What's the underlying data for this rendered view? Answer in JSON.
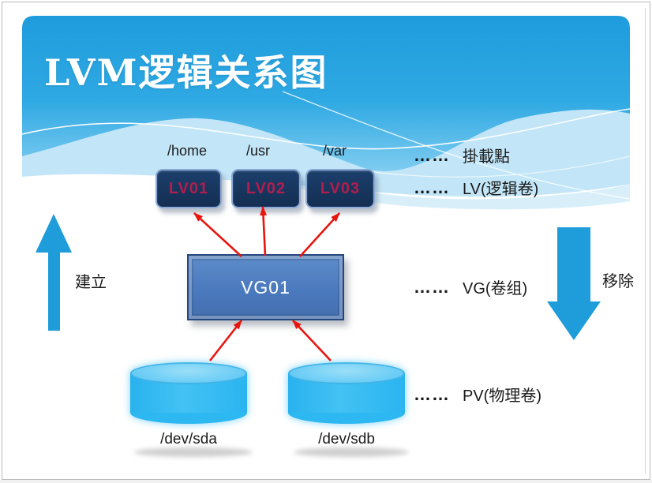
{
  "slide": {
    "title": "LVM逻辑关系图",
    "mount_points": [
      "/home",
      "/usr",
      "/var"
    ],
    "lv_labels": [
      "LV01",
      "LV02",
      "LV03"
    ],
    "vg_label": "VG01",
    "device_labels": [
      "/dev/sda",
      "/dev/sdb"
    ],
    "legend": [
      {
        "dots": "……",
        "label": "掛載點"
      },
      {
        "dots": "……",
        "label": "LV(逻辑卷)"
      },
      {
        "dots": "……",
        "label": "VG(卷组)"
      },
      {
        "dots": "……",
        "label": "PV(物理卷)"
      }
    ],
    "action_up": "建立",
    "action_down": "移除",
    "colors": {
      "accent_blue": "#1f9ddb",
      "arrow_red": "#e8150d",
      "lv_box_fill": "#17375e",
      "lv_box_border": "#8aa9d6",
      "lv_text": "#b01e4e",
      "vg_fill": "#4f81bd",
      "vg_border": "#24477e",
      "cylinder_fill": "#2eb8f1",
      "header_top": "#1e9cdc",
      "header_bottom": "#7fccf0",
      "text_dark": "#1a1a1a"
    }
  }
}
